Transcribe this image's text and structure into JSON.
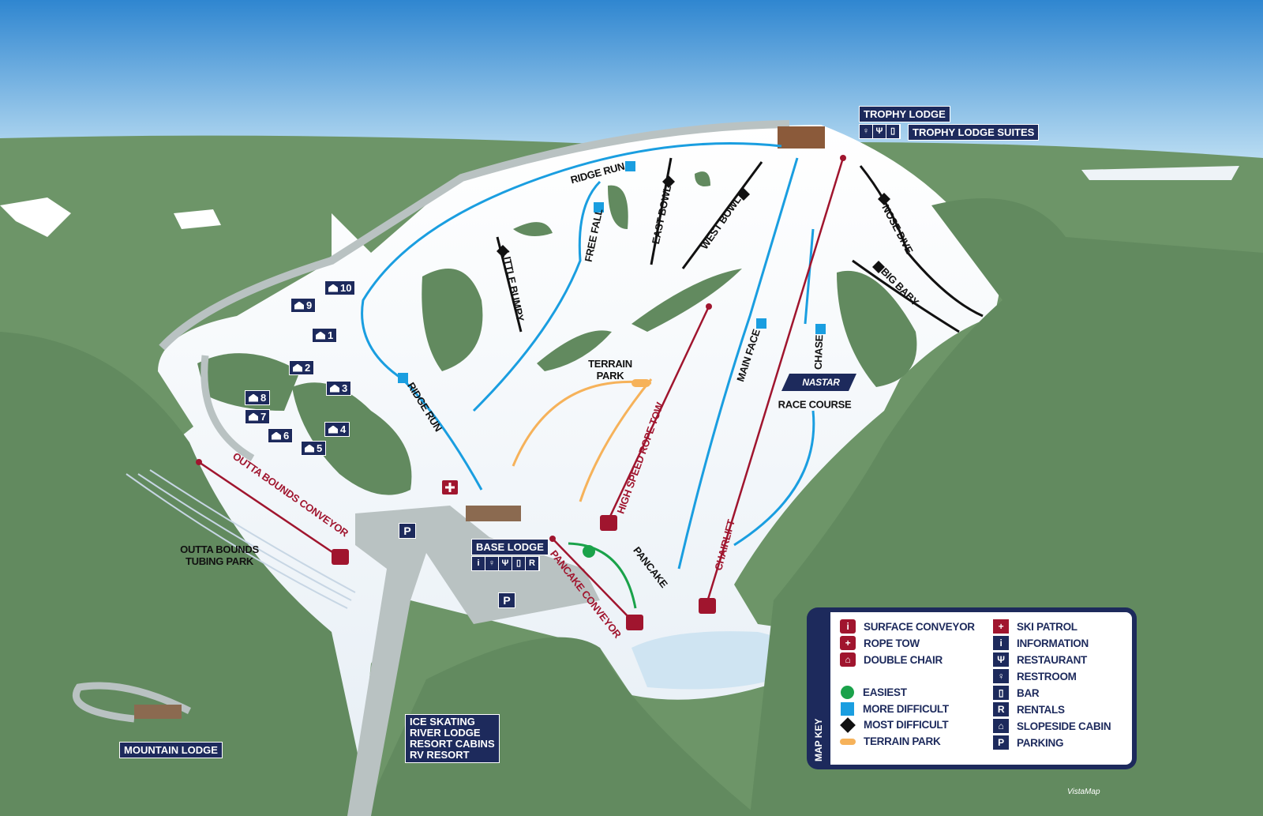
{
  "colors": {
    "sky": "#3a8fd4",
    "snow": "#ffffff",
    "forest": "#6d9568",
    "navy": "#1d2a5c",
    "lift": "#a0152e",
    "easiest": "#1aa24a",
    "more_difficult": "#1a9ee0",
    "most_difficult": "#111111",
    "terrain_park": "#f6b25a"
  },
  "lodges": {
    "trophy_lodge": "TROPHY LODGE",
    "trophy_lodge_suites": "TROPHY LODGE SUITES",
    "base_lodge": "BASE LODGE",
    "mountain_lodge": "MOUNTAIN LODGE",
    "river": [
      "ICE SKATING",
      "RIVER LODGE",
      "RESORT CABINS",
      "RV RESORT"
    ]
  },
  "trails": {
    "ridge_run_upper": "RIDGE RUN",
    "ridge_run_lower": "RIDGE RUN",
    "free_fall": "FREE FALL",
    "east_bowl": "EAST BOWL",
    "west_bowl": "WEST BOWL",
    "little_bumpy": "LITTLE BUMPY",
    "nose_dive": "NOSE DIVE",
    "big_baby": "BIG BABY",
    "main_face": "MAIN FACE",
    "chase": "CHASE",
    "terrain_park": [
      "TERRAIN",
      "PARK"
    ],
    "pancake": "PANCAKE",
    "race_course": "RACE COURSE",
    "nastar": "NASTAR"
  },
  "lifts": {
    "high_speed_rope_tow": "HIGH SPEED ROPE TOW",
    "chairlift": "CHAIRLIFT",
    "pancake_conveyor": "PANCAKE CONVEYOR",
    "outta_bounds_conveyor": "OUTTA BOUNDS CONVEYOR"
  },
  "tubing_park": [
    "OUTTA BOUNDS",
    "TUBING PARK"
  ],
  "cabins": [
    "1",
    "2",
    "3",
    "4",
    "5",
    "6",
    "7",
    "8",
    "9",
    "10"
  ],
  "parking": "P",
  "legend": {
    "title": "MAP KEY",
    "left": [
      {
        "label": "SURFACE CONVEYOR",
        "icon": "surface-conveyor"
      },
      {
        "label": "ROPE TOW",
        "icon": "rope-tow"
      },
      {
        "label": "DOUBLE CHAIR",
        "icon": "double-chair"
      },
      {
        "label": "EASIEST",
        "icon": "green-circle"
      },
      {
        "label": "MORE DIFFICULT",
        "icon": "blue-square"
      },
      {
        "label": "MOST DIFFICULT",
        "icon": "black-diamond"
      },
      {
        "label": "TERRAIN PARK",
        "icon": "orange-pill"
      }
    ],
    "right": [
      {
        "label": "SKI PATROL",
        "icon": "cross"
      },
      {
        "label": "INFORMATION",
        "icon": "info"
      },
      {
        "label": "RESTAURANT",
        "icon": "fork-knife"
      },
      {
        "label": "RESTROOM",
        "icon": "restroom"
      },
      {
        "label": "BAR",
        "icon": "beer-mug"
      },
      {
        "label": "RENTALS",
        "icon": "rentals"
      },
      {
        "label": "SLOPESIDE CABIN",
        "icon": "cabin"
      },
      {
        "label": "PARKING",
        "icon": "parking"
      }
    ]
  },
  "credit": "VistaMap"
}
